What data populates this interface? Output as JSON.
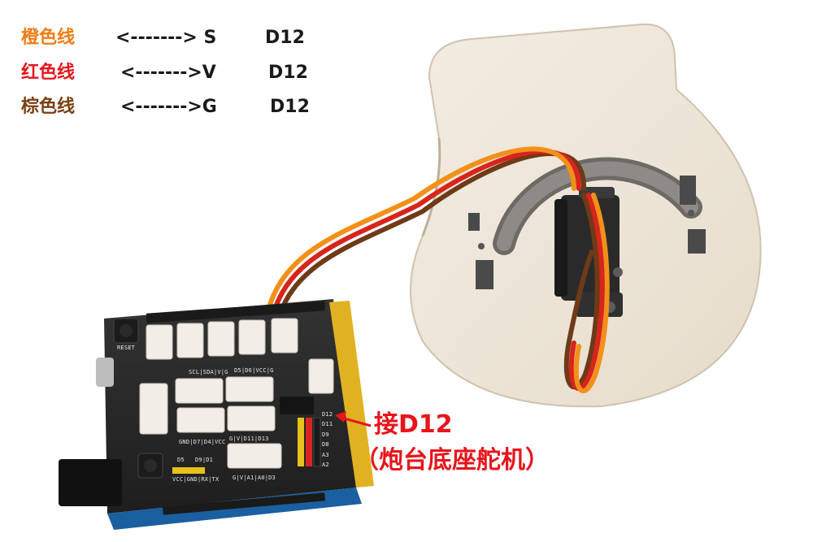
{
  "legend": {
    "rows": [
      {
        "name": "橙色线",
        "arrow": "<------->",
        "signal": "S",
        "pin": "D12",
        "color": "#f07d12"
      },
      {
        "name": "红色线",
        "arrow": "<------->",
        "signal": "V",
        "pin": "D12",
        "color": "#e8141b"
      },
      {
        "name": "棕色线",
        "arrow": "<------->",
        "signal": "G",
        "pin": "D12",
        "color": "#7a3f12"
      }
    ]
  },
  "callout": {
    "main": "接D12",
    "sub": "（炮台底座舵机）",
    "color": "#e8141b"
  },
  "board": {
    "silkscreen": {
      "row_top": "SCL|SDA|V|G",
      "row_top2": "D5|D6|VCC|G",
      "row_mid": "GND|D7|D4|VCC",
      "row_mid2": "G|V|D11|D13",
      "row_bottom": "VCC|GND|RX|TX",
      "row_bottom2": "G|V|A1|A0|D3",
      "pins": [
        "D12",
        "D11",
        "D9",
        "D8",
        "A3",
        "A2"
      ],
      "reset": "RESET",
      "d5": "D5",
      "d9d1": "D9|D1"
    }
  },
  "colors": {
    "wood": "#ece4d6",
    "board": "#2b2b2b",
    "connector": "#f2ede6",
    "servo": "#2a2a2a",
    "wire_orange": "#f29019",
    "wire_red": "#d8241c",
    "wire_brown": "#6e3a18"
  }
}
